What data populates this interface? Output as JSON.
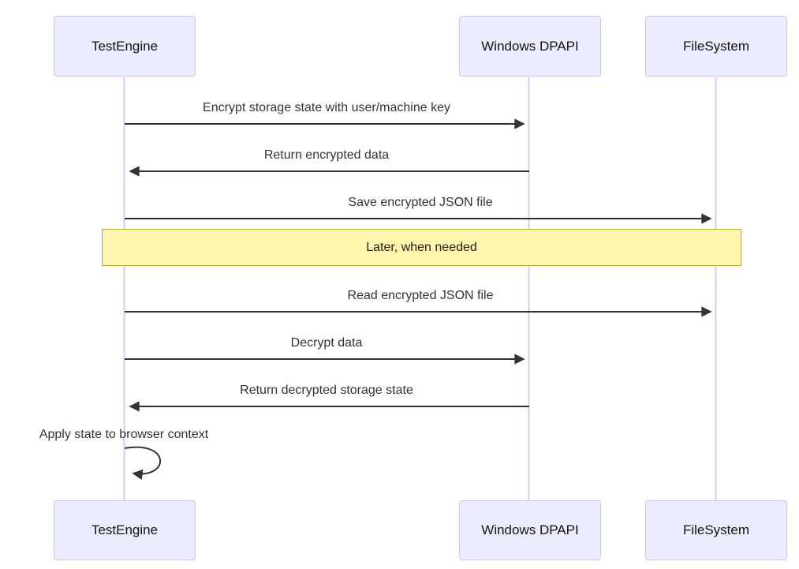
{
  "diagram": {
    "type": "sequence-diagram",
    "actors": [
      {
        "name": "TestEngine"
      },
      {
        "name": "Windows DPAPI"
      },
      {
        "name": "FileSystem"
      }
    ],
    "messages": [
      {
        "from": "TestEngine",
        "to": "Windows DPAPI",
        "label": "Encrypt storage state with user/machine key",
        "line": "solid",
        "direction": "right"
      },
      {
        "from": "Windows DPAPI",
        "to": "TestEngine",
        "label": "Return encrypted data",
        "line": "solid",
        "direction": "left"
      },
      {
        "from": "TestEngine",
        "to": "FileSystem",
        "label": "Save encrypted JSON file",
        "line": "solid",
        "direction": "right"
      },
      {
        "from": "TestEngine",
        "to": "FileSystem",
        "label": "Read encrypted JSON file",
        "line": "solid",
        "direction": "right"
      },
      {
        "from": "TestEngine",
        "to": "Windows DPAPI",
        "label": "Decrypt data",
        "line": "solid",
        "direction": "right"
      },
      {
        "from": "Windows DPAPI",
        "to": "TestEngine",
        "label": "Return decrypted storage state",
        "line": "solid",
        "direction": "left"
      },
      {
        "from": "TestEngine",
        "to": "TestEngine",
        "label": "Apply state to browser context",
        "line": "solid",
        "direction": "self"
      }
    ],
    "note": {
      "position": "over all actors",
      "label": "Later, when needed"
    },
    "colors": {
      "actor_fill": "#ECECFF",
      "actor_border": "#C9C5E8",
      "lifeline": "#D5CCEC",
      "arrow": "#333333",
      "note_fill": "#FFF5AD",
      "note_border": "#AAAA33",
      "text": "#333333",
      "background": "#FFFFFF"
    }
  }
}
